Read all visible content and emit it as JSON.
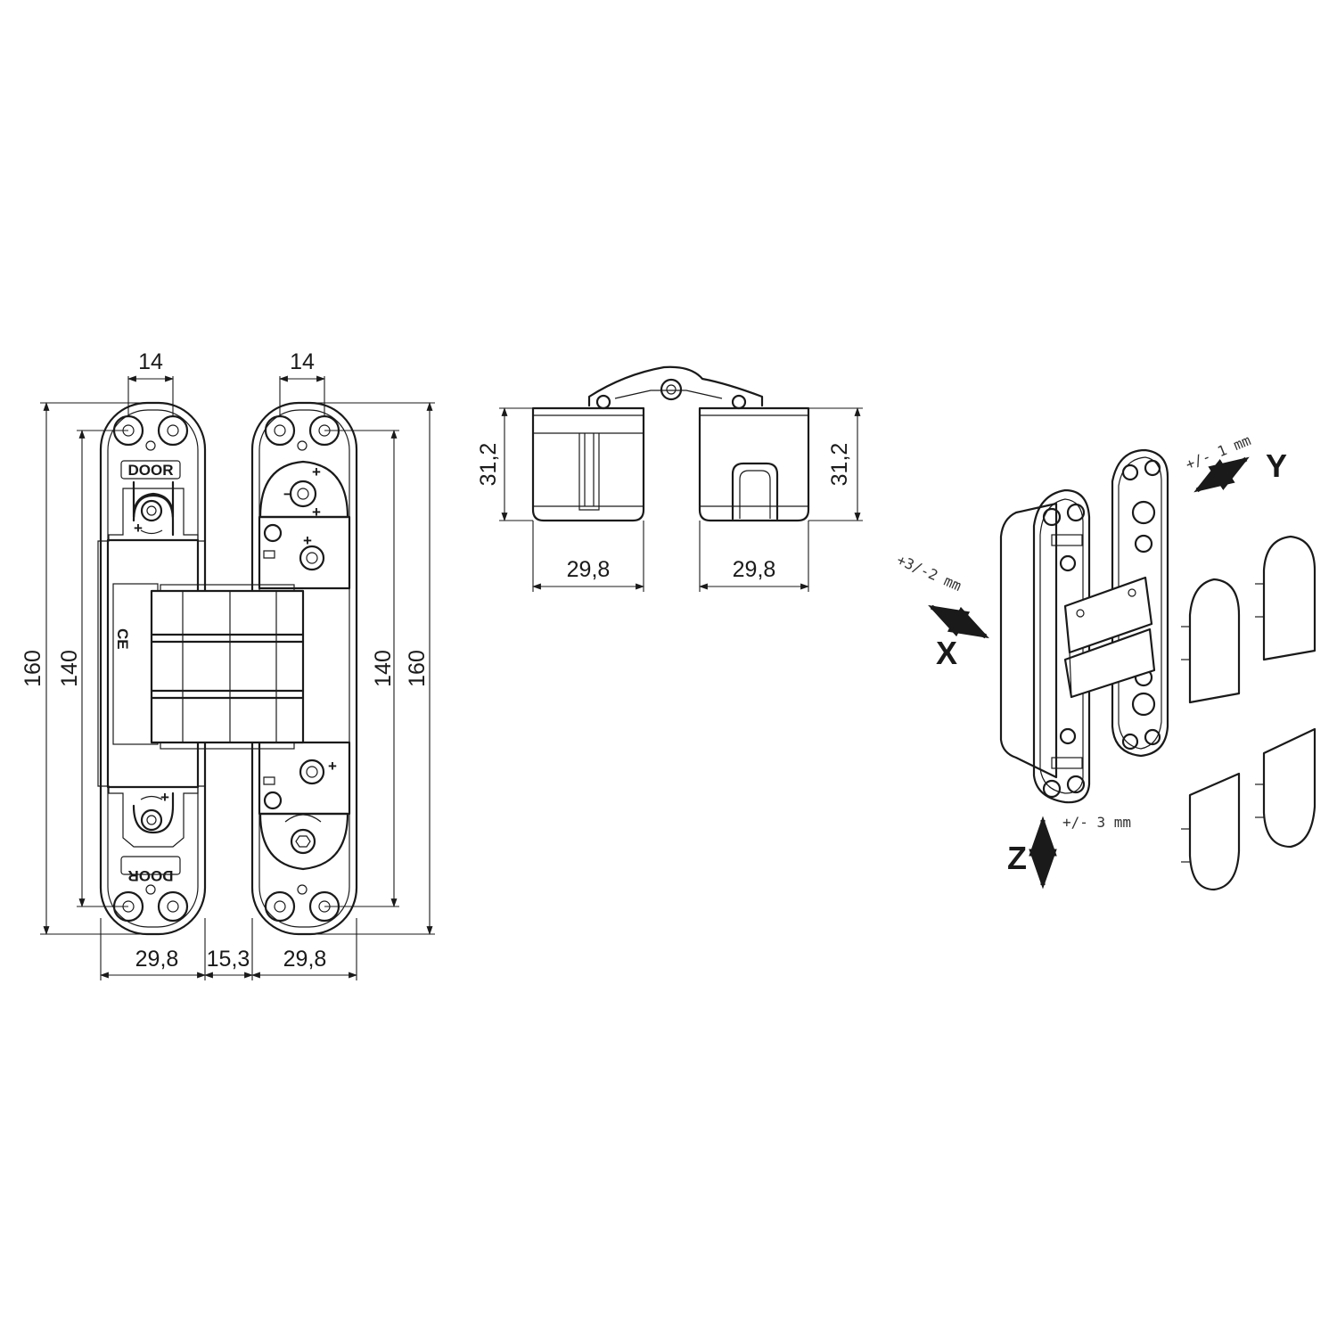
{
  "front_view": {
    "plate_label": "DOOR",
    "dim_top_left": "14",
    "dim_top_right": "14",
    "dim_overall_left": "160",
    "dim_inner_left": "140",
    "dim_inner_right": "140",
    "dim_overall_right": "160",
    "dim_width_left": "29,8",
    "dim_gap": "15,3",
    "dim_width_right": "29,8",
    "ce_mark": "CE"
  },
  "side_view": {
    "dim_height_left": "31,2",
    "dim_height_right": "31,2",
    "dim_width_left": "29,8",
    "dim_width_right": "29,8"
  },
  "iso_view": {
    "adjust_x_label": "X",
    "adjust_x_range": "+3/-2 mm",
    "adjust_y_label": "Y",
    "adjust_y_range": "+/- 1 mm",
    "adjust_z_label": "Z",
    "adjust_z_range": "+/- 3 mm"
  }
}
